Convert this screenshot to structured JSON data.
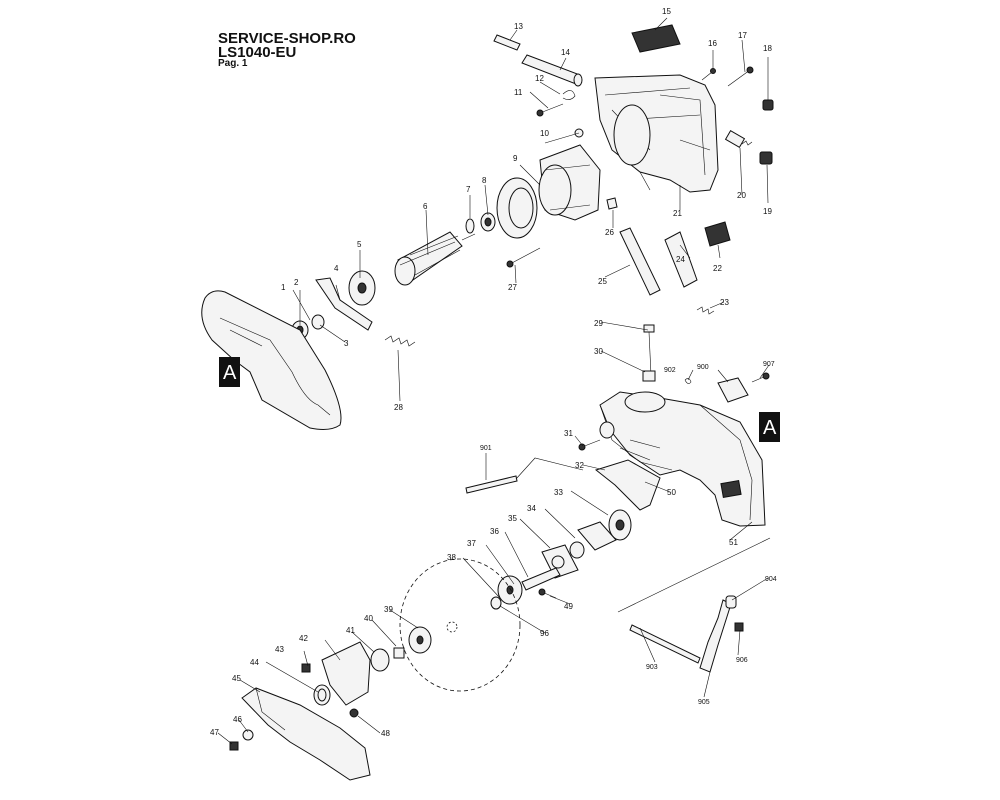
{
  "header": {
    "site": "SERVICE-SHOP.RO",
    "model": "LS1040-EU",
    "page": "Pag. 1"
  },
  "marker_label": "A",
  "callouts": [
    "1",
    "2",
    "3",
    "4",
    "5",
    "6",
    "7",
    "8",
    "9",
    "10",
    "11",
    "12",
    "13",
    "14",
    "15",
    "16",
    "17",
    "18",
    "19",
    "20",
    "21",
    "22",
    "23",
    "24",
    "25",
    "26",
    "27",
    "28",
    "29",
    "30",
    "31",
    "32",
    "33",
    "34",
    "35",
    "36",
    "37",
    "38",
    "39",
    "40",
    "41",
    "42",
    "43",
    "44",
    "45",
    "46",
    "47",
    "48",
    "49",
    "50",
    "51",
    "96",
    "900",
    "901",
    "902",
    "903",
    "904",
    "905",
    "906",
    "907"
  ]
}
